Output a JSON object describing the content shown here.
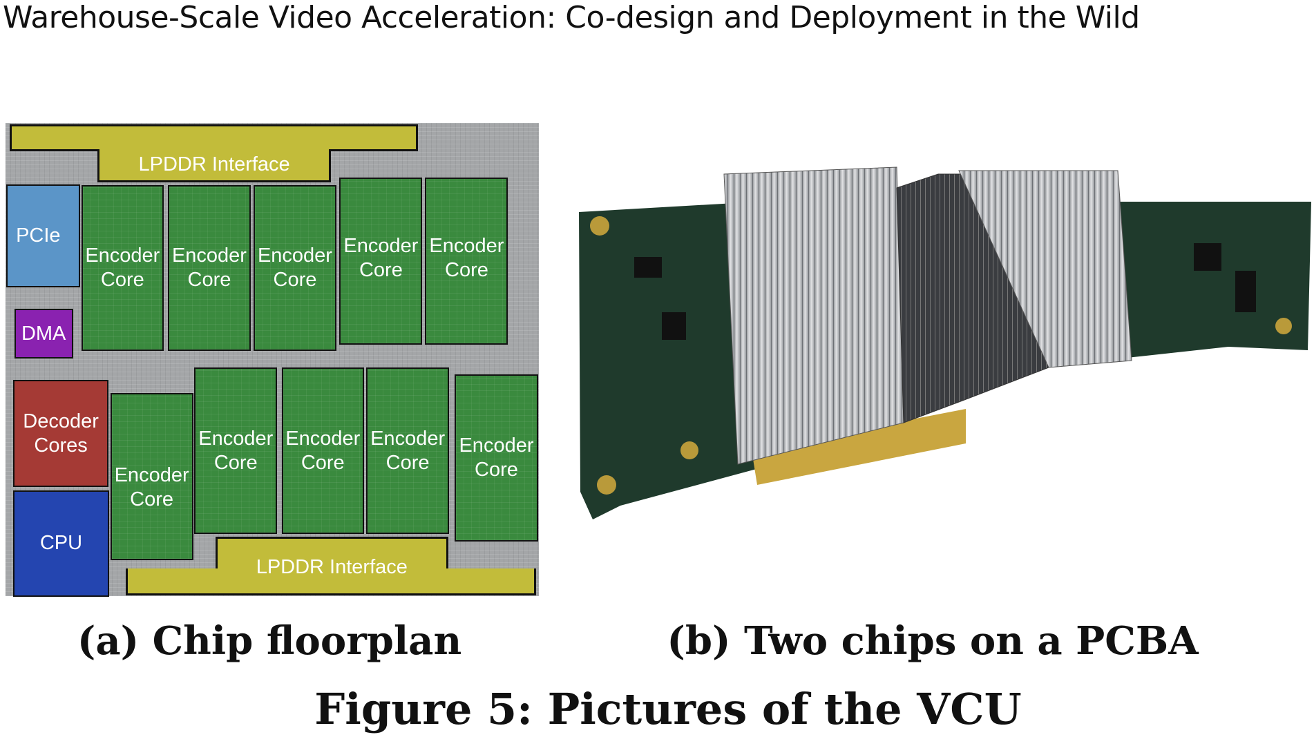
{
  "header": {
    "running_title": "Warehouse-Scale Video Acceleration: Co-design and Deployment in the Wild"
  },
  "figure": {
    "caption": "Figure 5: Pictures of the VCU",
    "subfigures": [
      {
        "caption": "(a) Chip floorplan"
      },
      {
        "caption": "(b) Two chips on a PCBA"
      }
    ]
  },
  "floorplan": {
    "lpddr_top": "LPDDR Interface",
    "lpddr_bottom": "LPDDR Interface",
    "pcie": "PCIe",
    "dma": "DMA",
    "decoder": "Decoder Cores",
    "cpu": "CPU",
    "encoder_label": "Encoder Core",
    "colors": {
      "encoder": "#3a8a3e",
      "lpddr": "#c2bc3a",
      "pcie": "#5b95c8",
      "dma": "#8a22b0",
      "decoder": "#a53a35",
      "cpu": "#2445b0",
      "background": "#a4a6a8"
    }
  }
}
